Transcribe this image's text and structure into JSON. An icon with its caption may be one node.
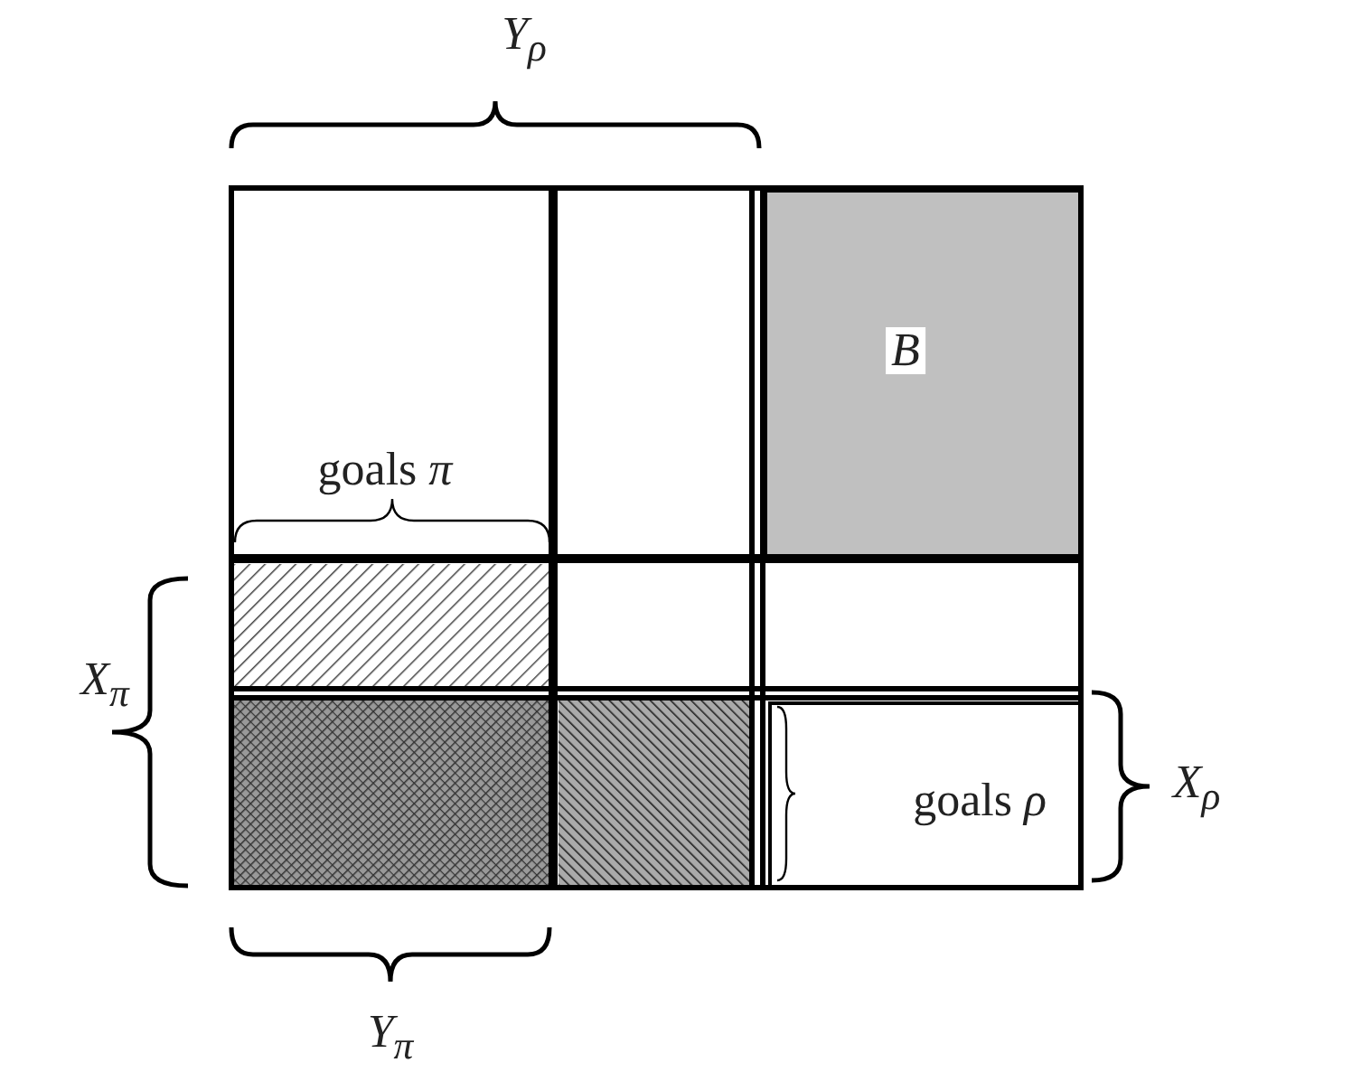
{
  "diagram": {
    "nodes": [
      {
        "text": [
          "B"
        ]
      }
    ],
    "labels": [
      "Y$_{ρ}$",
      "goals *π*",
      "X$_{π}$",
      "goals *ρ*",
      "X$_{ρ}$",
      "Y$_{π}$"
    ]
  }
}
